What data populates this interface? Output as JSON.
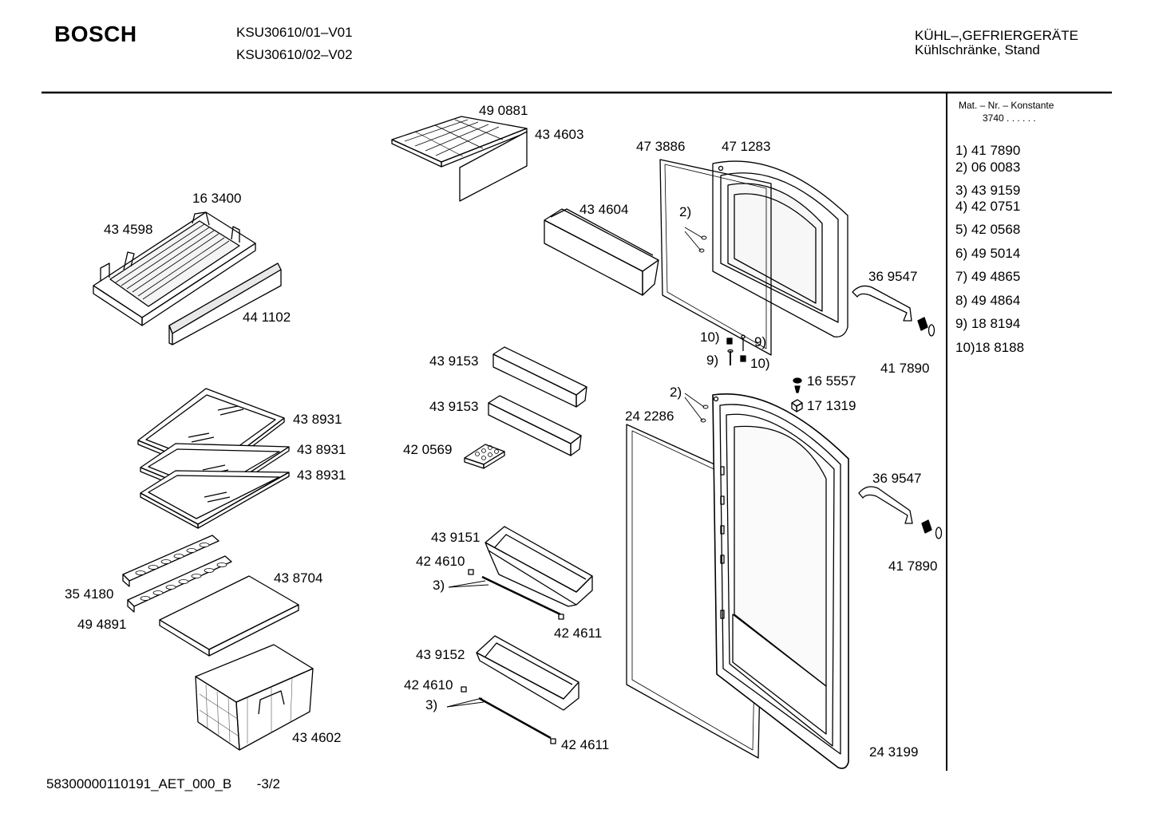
{
  "header": {
    "brand": "BOSCH",
    "models": [
      "KSU30610/01–V01",
      "KSU30610/02–V02"
    ],
    "category_line1": "KÜHL–,GEFRIERGERÄTE",
    "category_line2": "Kühlschränke, Stand"
  },
  "sidebar": {
    "title": "Mat. – Nr. – Konstante",
    "constant": "3740 .  .    .  .  .  .",
    "notes": [
      "1) 41 7890",
      "2) 06 0083",
      "3) 43 9159",
      "4) 42 0751",
      "5) 42 0568",
      "6) 49 5014",
      "7) 49 4865",
      "8) 49 4864",
      "9) 18 8194",
      "10)18 8188"
    ]
  },
  "parts": [
    "16 3400",
    "43 4598",
    "44 1102",
    "43 8931",
    "43 8931",
    "43 8931",
    "35 4180",
    "43 8704",
    "49 4891",
    "43 4602",
    "49 0881",
    "43 4603",
    "43 4604",
    "43 9153",
    "43 9153",
    "42 0569",
    "43 9151",
    "42 4610",
    "3)",
    "42 4611",
    "43 9152",
    "42 4610",
    "3)",
    "42 4611",
    "47 3886",
    "47 1283",
    "2)",
    "36 9547",
    "41 7890",
    "10)",
    "9)",
    "9)",
    "10)",
    "16 5557",
    "17 1319",
    "2)",
    "24 2286",
    "36 9547",
    "41 7890",
    "24 3199"
  ],
  "footer": {
    "doc_id": "58300000110191_AET_000_B",
    "page": "-3/2"
  }
}
